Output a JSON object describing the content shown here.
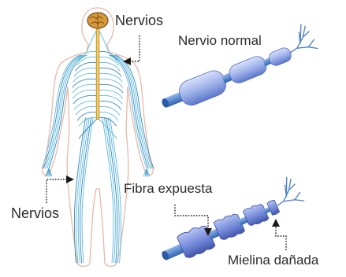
{
  "labels": {
    "nervios_top": "Nervios",
    "nervio_normal": "Nervio normal",
    "fibra_expuesta": "Fibra expuesta",
    "nervios_bottom": "Nervios",
    "mielina_danada": "Mielina dañada"
  },
  "colors": {
    "nerve": "#5bb8e0",
    "nerve_dark": "#2f86b8",
    "skin_outline": "#e8b8a8",
    "spine": "#e8c24a",
    "brain": "#d79a3a",
    "axon": "#4a7fc8",
    "myelin": "#a9b8ee",
    "damaged": "#5a6fc0",
    "pointer": "#1a1a1a"
  },
  "icons": [
    "human-body-nervous-system",
    "healthy-nerve-fiber",
    "damaged-nerve-fiber",
    "brain-icon"
  ]
}
